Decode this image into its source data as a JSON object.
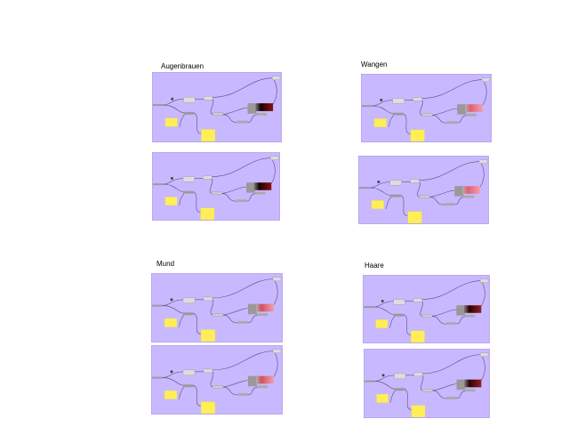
{
  "sections": [
    {
      "title": "Augenbrauen",
      "gradient": [
        "#7a7a7a",
        "#1a0000",
        "#8a1010"
      ]
    },
    {
      "title": "Wangen",
      "gradient": [
        "#b0b0b0",
        "#e06070",
        "#f0a0b0"
      ]
    },
    {
      "title": "Mund",
      "gradient": [
        "#b0b0b0",
        "#d05060",
        "#f0a0b0"
      ]
    },
    {
      "title": "Haare",
      "gradient": [
        "#808080",
        "#300000",
        "#902020"
      ]
    }
  ]
}
